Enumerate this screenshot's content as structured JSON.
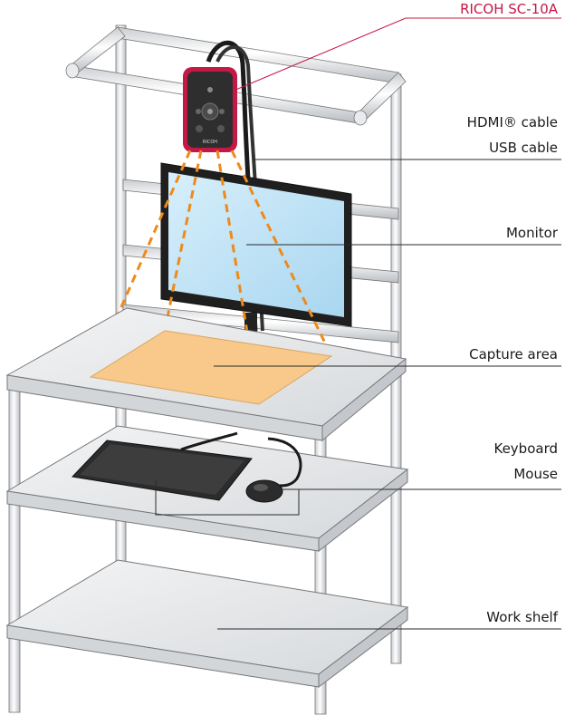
{
  "colors": {
    "accent": "#c41846",
    "capture_area": "#f8c98a",
    "monitor_screen": "#bfe3f7",
    "camera_body": "#2e2e2e",
    "frame": "#e6e8ea",
    "shelf": "#e2e4e6",
    "dashed_beam": "#ee8a1a"
  },
  "labels": {
    "camera": "RICOH SC-10A",
    "hdmi": "HDMI® cable",
    "usb": "USB cable",
    "monitor": "Monitor",
    "capture": "Capture area",
    "keyboard": "Keyboard",
    "mouse": "Mouse",
    "work_shelf": "Work shelf"
  },
  "camera_brand": "RICOH",
  "icons": [
    "camera-icon",
    "monitor-icon",
    "keyboard-icon",
    "mouse-icon",
    "cable-icon"
  ]
}
